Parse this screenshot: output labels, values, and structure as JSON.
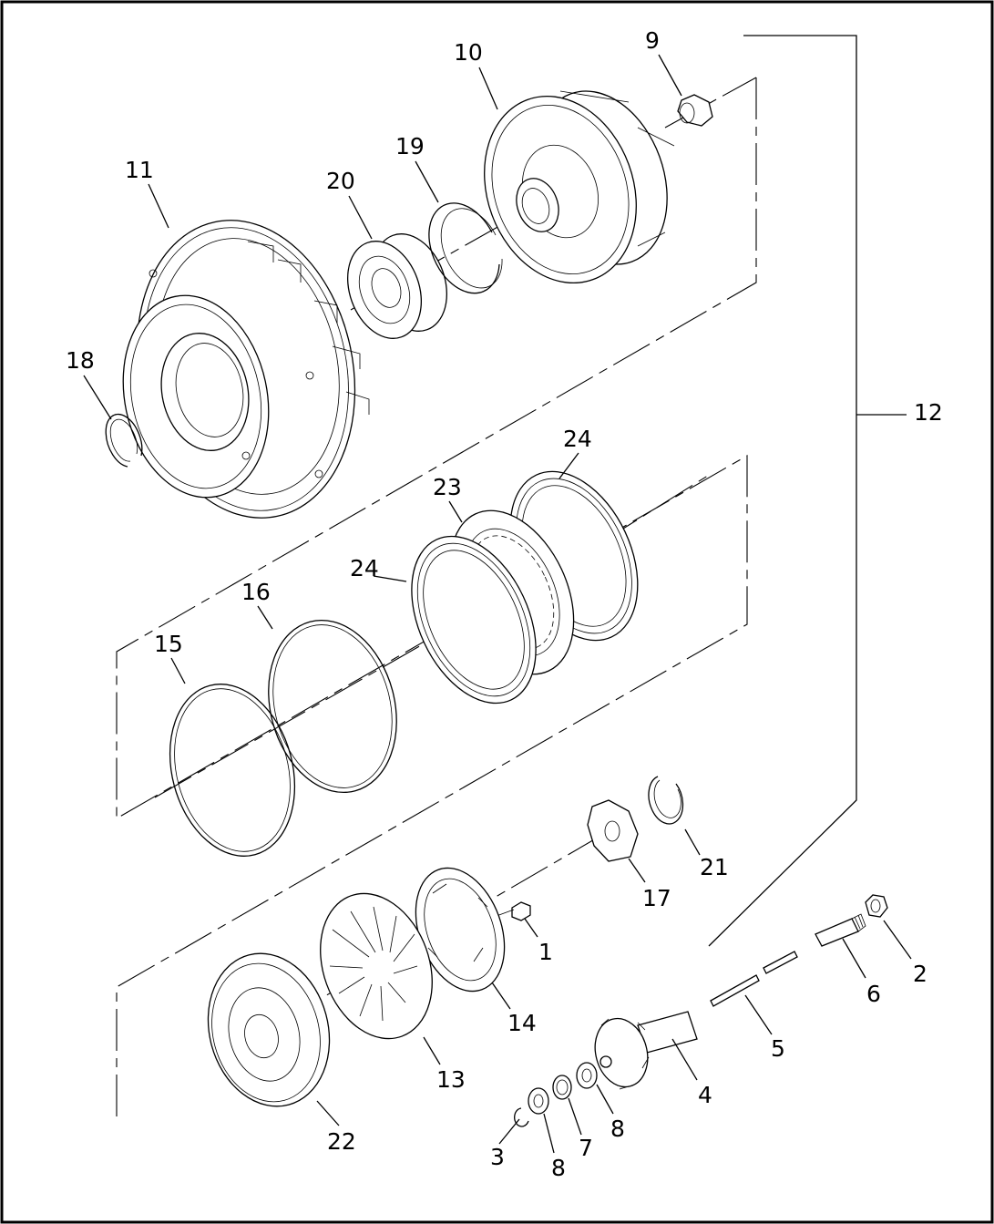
{
  "labels": {
    "p1": "1",
    "p2": "2",
    "p3": "3",
    "p4": "4",
    "p5": "5",
    "p6": "6",
    "p7": "7",
    "p8a": "8",
    "p8b": "8",
    "p9": "9",
    "p10": "10",
    "p11": "11",
    "p12": "12",
    "p13": "13",
    "p14": "14",
    "p15": "15",
    "p16": "16",
    "p17": "17",
    "p18": "18",
    "p19": "19",
    "p20": "20",
    "p21": "21",
    "p22": "22",
    "p23": "23",
    "p24a": "24",
    "p24b": "24"
  }
}
